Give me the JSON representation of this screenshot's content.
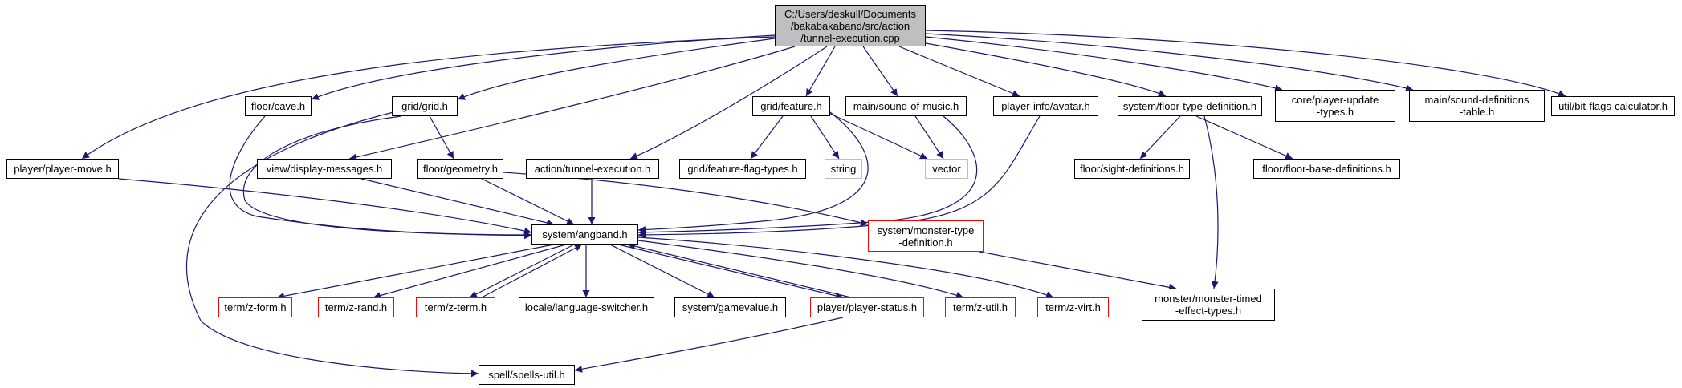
{
  "colors": {
    "edge": "#191970",
    "root_fill": "#bfbfbf",
    "red_border": "#ff0000",
    "gray_border": "#bfbfbf"
  },
  "nodes": {
    "root": [
      "C:/Users/deskull/Documents",
      "/bakabakaband/src/action",
      "/tunnel-execution.cpp"
    ],
    "player_move": [
      "player/player-move.h"
    ],
    "floor_cave": [
      "floor/cave.h"
    ],
    "grid_grid": [
      "grid/grid.h"
    ],
    "display_messages": [
      "view/display-messages.h"
    ],
    "floor_geometry": [
      "floor/geometry.h"
    ],
    "tunnel_h": [
      "action/tunnel-execution.h"
    ],
    "grid_feature": [
      "grid/feature.h"
    ],
    "feature_flag": [
      "grid/feature-flag-types.h"
    ],
    "string": [
      "string"
    ],
    "sound_of_music": [
      "main/sound-of-music.h"
    ],
    "vector": [
      "vector"
    ],
    "avatar": [
      "player-info/avatar.h"
    ],
    "floor_type_def": [
      "system/floor-type-definition.h"
    ],
    "sight_defs": [
      "floor/sight-definitions.h"
    ],
    "floor_base_defs": [
      "floor/floor-base-definitions.h"
    ],
    "player_update": [
      "core/player-update",
      "-types.h"
    ],
    "sound_defs": [
      "main/sound-definitions",
      "-table.h"
    ],
    "bit_flags": [
      "util/bit-flags-calculator.h"
    ],
    "angband": [
      "system/angband.h"
    ],
    "monster_type_def": [
      "system/monster-type",
      "-definition.h"
    ],
    "monster_timed": [
      "monster/monster-timed",
      "-effect-types.h"
    ],
    "z_form": [
      "term/z-form.h"
    ],
    "z_rand": [
      "term/z-rand.h"
    ],
    "z_term": [
      "term/z-term.h"
    ],
    "lang_switcher": [
      "locale/language-switcher.h"
    ],
    "gamevalue": [
      "system/gamevalue.h"
    ],
    "player_status": [
      "player/player-status.h"
    ],
    "z_util": [
      "term/z-util.h"
    ],
    "z_virt": [
      "term/z-virt.h"
    ],
    "spells_util": [
      "spell/spells-util.h"
    ]
  }
}
